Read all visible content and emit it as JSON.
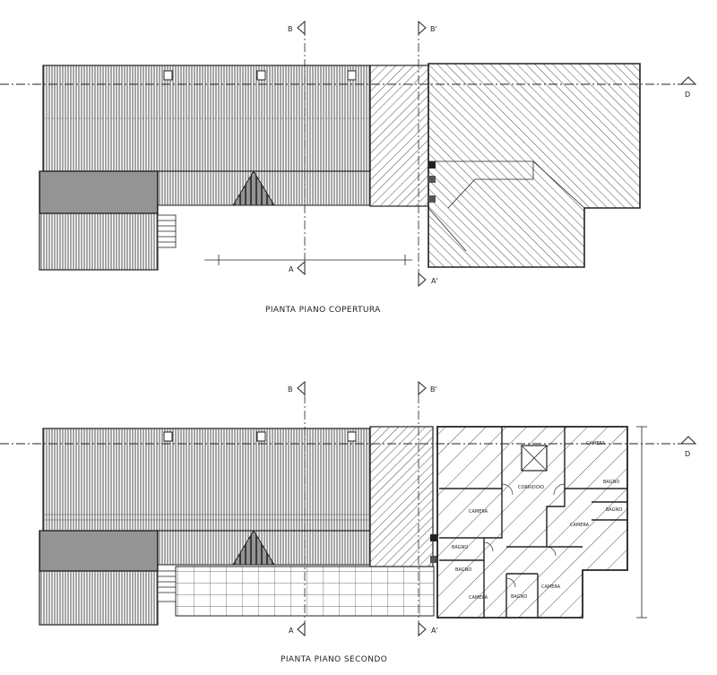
{
  "drawing": {
    "plans": [
      {
        "id": "roof",
        "title": "PIANTA PIANO COPERTURA",
        "markers": {
          "a": "A",
          "a_prime": "A'",
          "b": "B",
          "b_prime": "B'",
          "d": "D"
        }
      },
      {
        "id": "second",
        "title": "PIANTA PIANO SECONDO",
        "markers": {
          "a": "A",
          "a_prime": "A'",
          "b": "B",
          "b_prime": "B'",
          "d": "D"
        },
        "rooms": {
          "camera_1": "CAMERA",
          "camera_2": "CAMERA",
          "camera_3": "CAMERA",
          "camera_4": "CAMERA",
          "camera_5": "CAMERA",
          "bagno_1": "BAGNO",
          "bagno_2": "BAGNO",
          "bagno_3": "BAGNO",
          "bagno_4": "BAGNO",
          "bagno_5": "BAGNO",
          "corridoio": "CORRIDOIO"
        }
      }
    ],
    "colors": {
      "ink": "#222222",
      "hatch": "#3a3a3a",
      "paper": "#ffffff"
    }
  }
}
